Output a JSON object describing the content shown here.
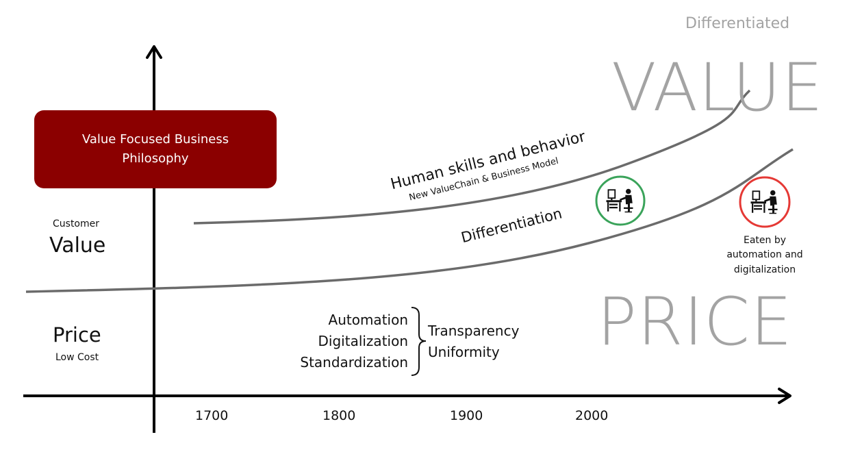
{
  "corner_label": "Differentiated",
  "value_big": "VALUE",
  "price_big": "PRICE",
  "box_label": "Value Focused Business Philosophy",
  "left_axis": {
    "customer": "Customer",
    "value": "Value",
    "price": "Price",
    "low_cost": "Low Cost"
  },
  "x_ticks": [
    "1700",
    "1800",
    "1900",
    "2000"
  ],
  "curves": {
    "upper_label": "Human skills and behavior",
    "upper_sub": "New ValueChain & Business Model",
    "lower_label": "Differentiation"
  },
  "drivers": [
    "Automation",
    "Digitalization",
    "Standardization"
  ],
  "effects": [
    "Transparency",
    "Uniformity"
  ],
  "eaten_label": [
    "Eaten by",
    "automation and",
    "digitalization"
  ],
  "icons": {
    "green": "person-at-desk-icon",
    "red": "person-at-desk-icon"
  },
  "colors": {
    "box": "#8b0000",
    "big_text": "#a3a3a3",
    "curve": "#6b6b6b",
    "green_circle": "#3aa35a",
    "red_circle": "#e53935"
  }
}
